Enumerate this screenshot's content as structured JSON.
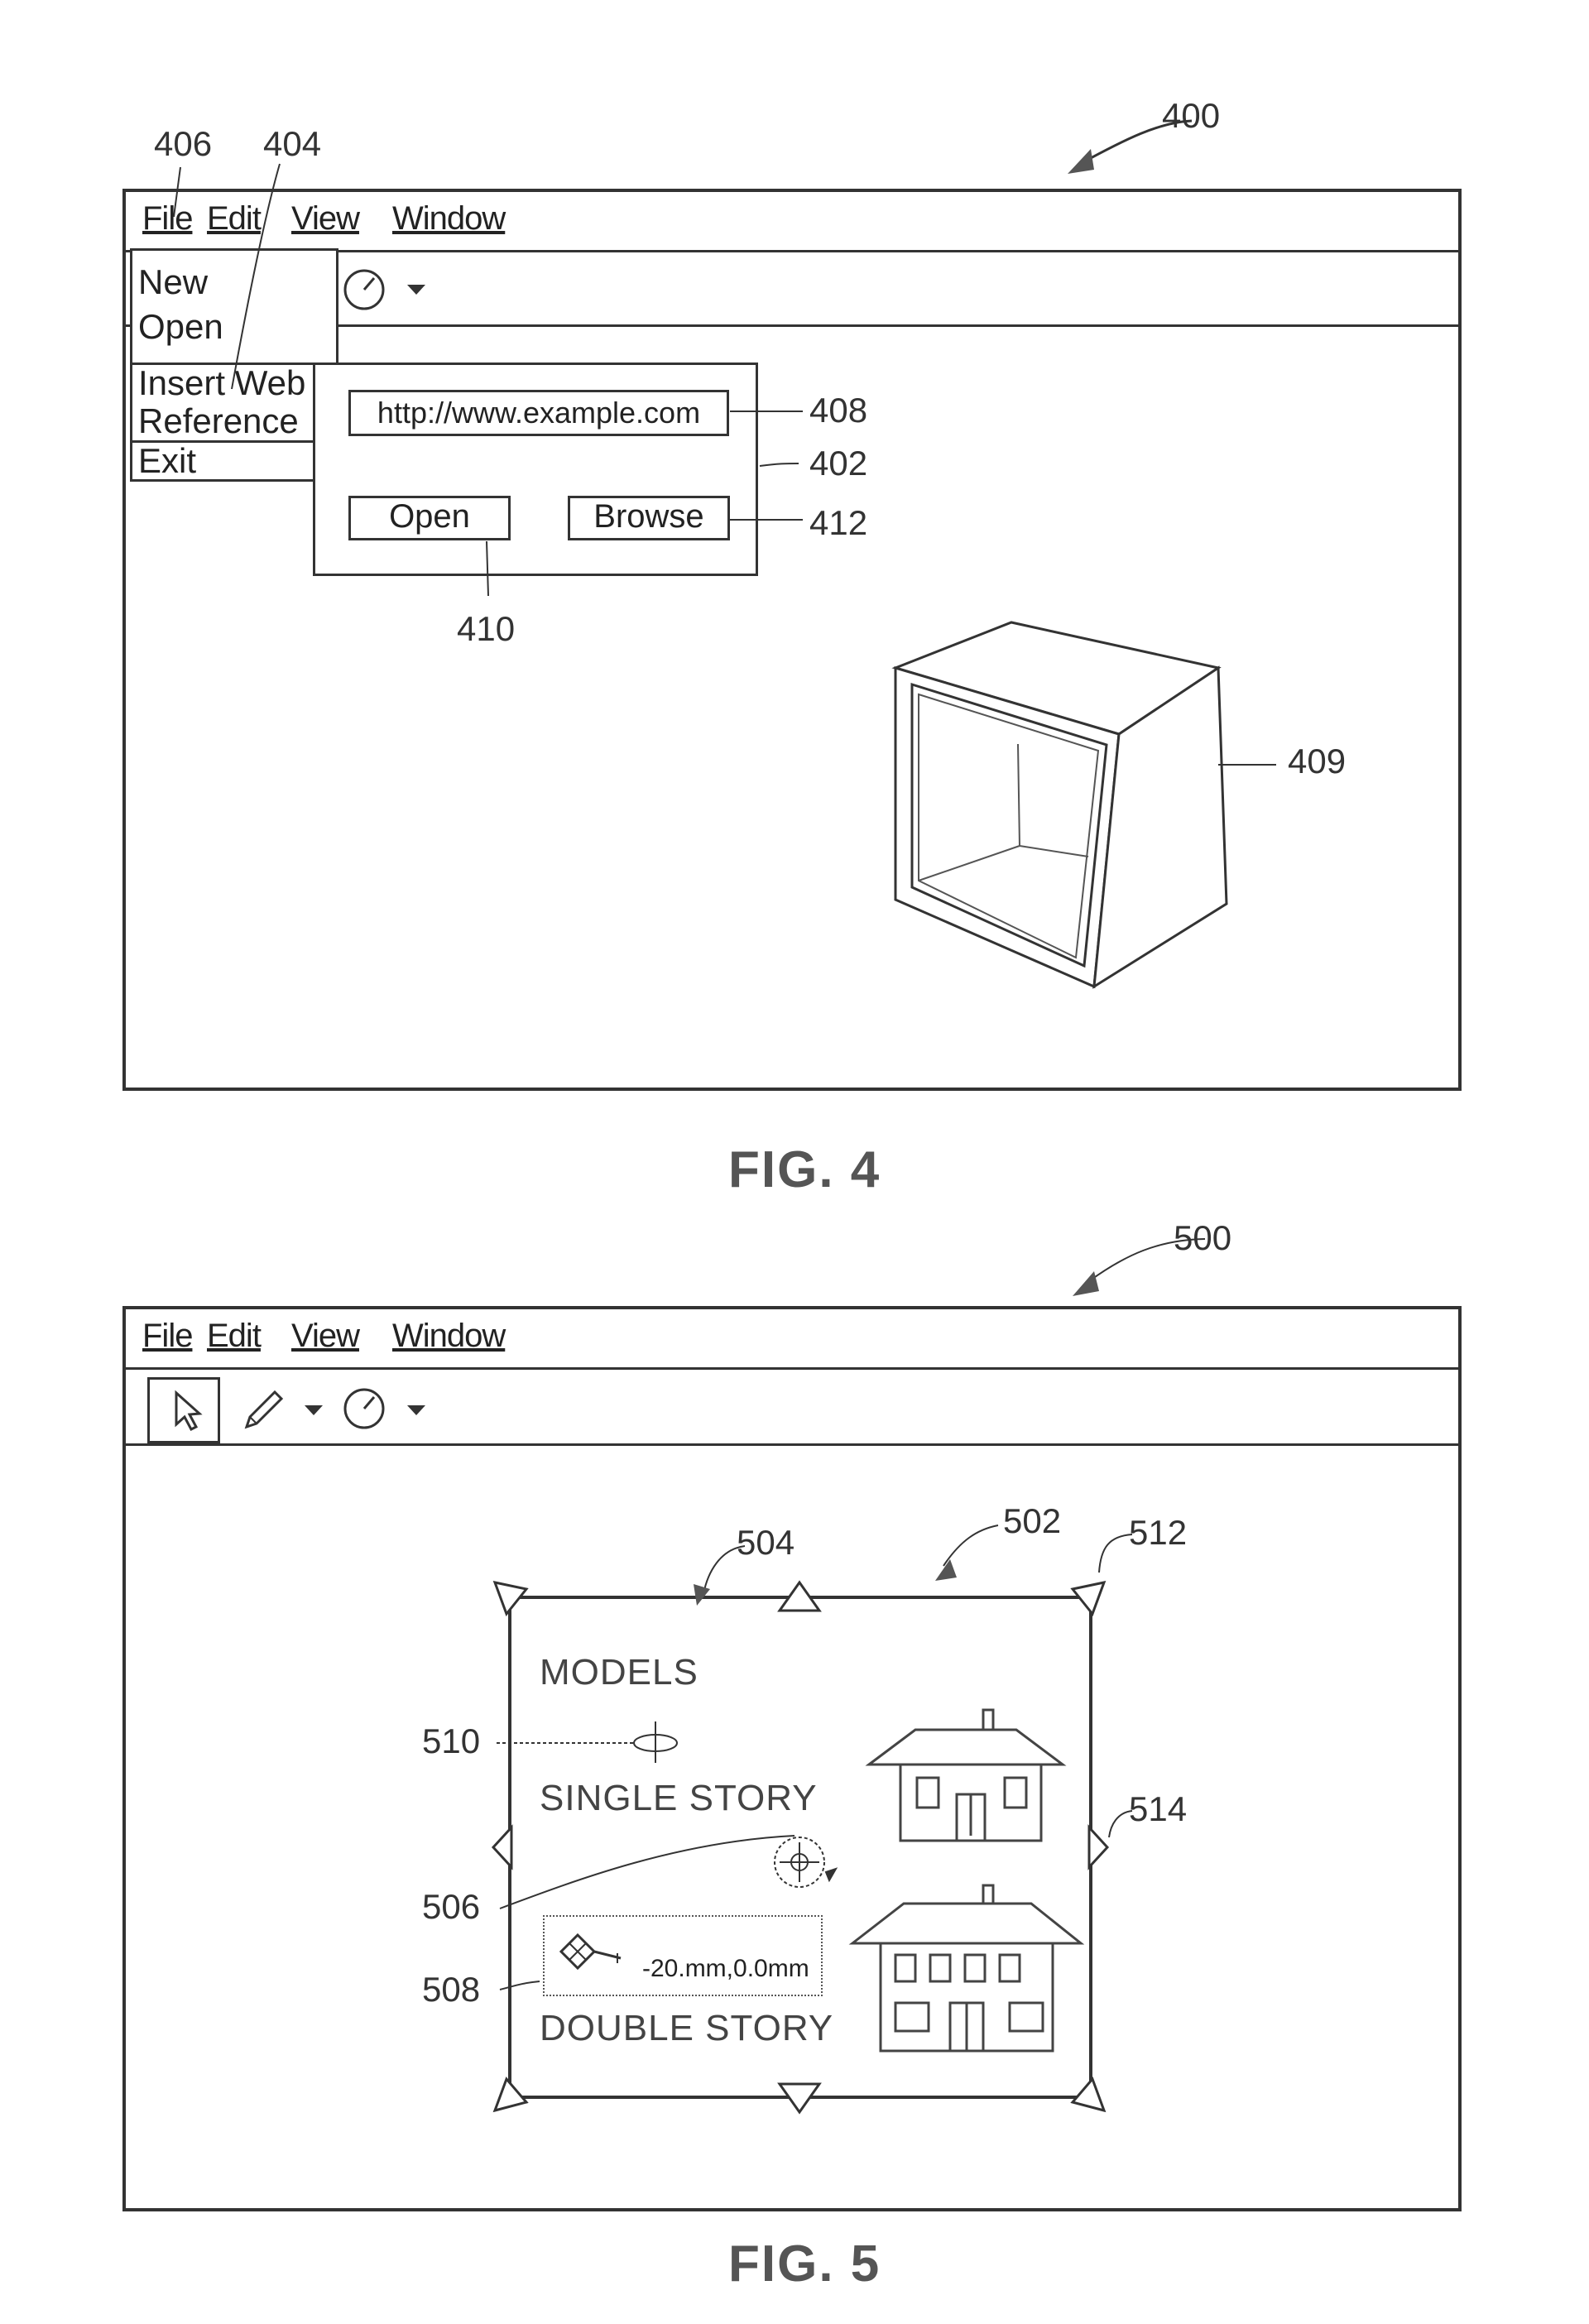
{
  "fig4": {
    "caption": "FIG. 4",
    "ref_window": "400",
    "menu": {
      "file": "File",
      "edit": "Edit",
      "view": "View",
      "window": "Window"
    },
    "file_menu": {
      "new": "New",
      "open": "Open",
      "insert_line1": "Insert Web",
      "insert_line2": "Reference",
      "exit": "Exit"
    },
    "dialog": {
      "url_value": "http://www.example.com",
      "open_label": "Open",
      "browse_label": "Browse"
    },
    "refs": {
      "menu": "406",
      "insert": "404",
      "url": "408",
      "dialog": "402",
      "browse": "412",
      "open": "410",
      "model": "409"
    }
  },
  "fig5": {
    "caption": "FIG. 5",
    "ref_window": "500",
    "menu": {
      "file": "File",
      "edit": "Edit",
      "view": "View",
      "window": "Window"
    },
    "panel": {
      "models_title": "MODELS",
      "single_story": "SINGLE STORY",
      "double_story": "DOUBLE STORY",
      "coord_readout": "-20.mm,0.0mm"
    },
    "refs": {
      "panel": "502",
      "top_handle": "504",
      "corner_handle": "512",
      "side_handle": "514",
      "rotate": "506",
      "move": "508",
      "cursor": "510"
    }
  }
}
